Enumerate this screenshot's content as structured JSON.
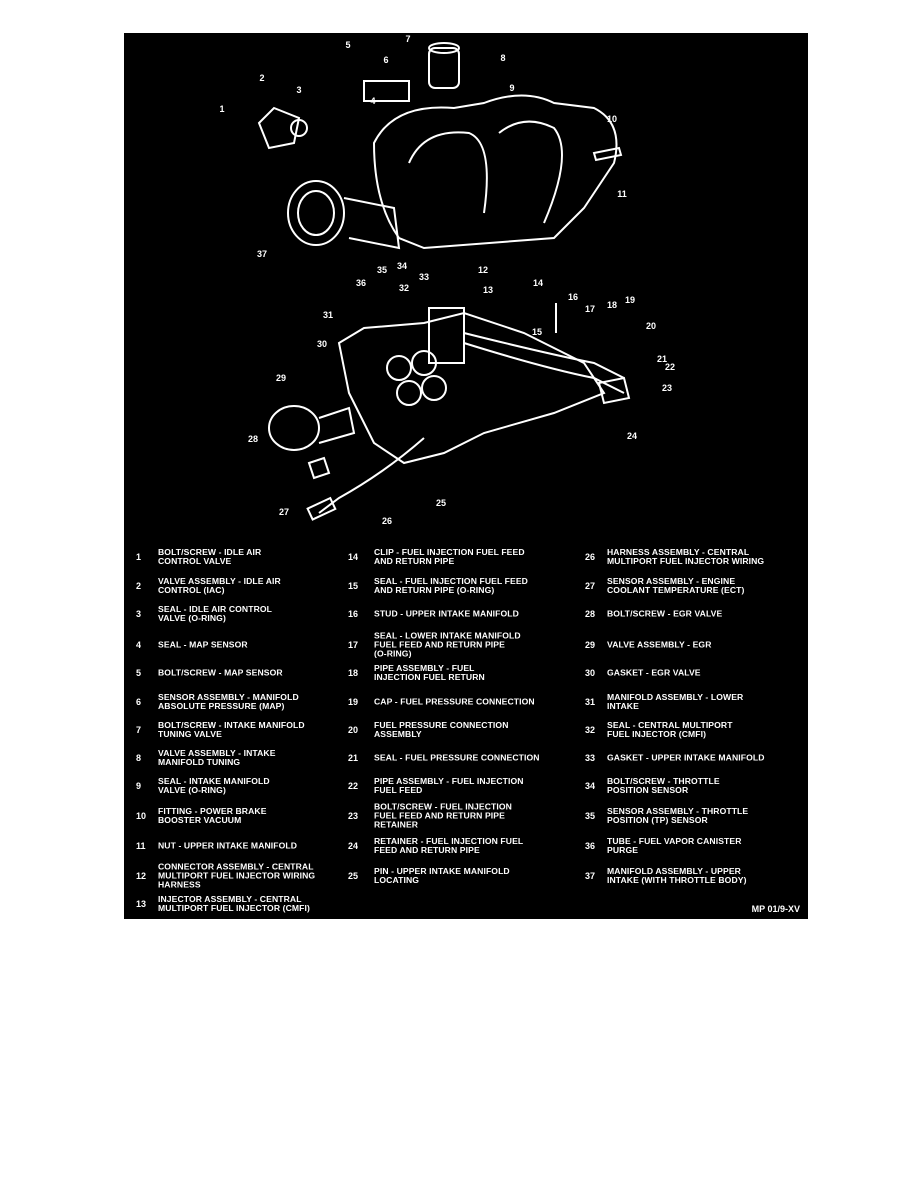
{
  "diagram": {
    "title": "",
    "colors": {
      "background": "#000000",
      "lines": "#ffffff"
    },
    "callouts": [
      "1",
      "2",
      "3",
      "4",
      "5",
      "6",
      "7",
      "8",
      "9",
      "10",
      "11",
      "12",
      "13",
      "14",
      "15",
      "16",
      "17",
      "18",
      "19",
      "20",
      "21",
      "22",
      "23",
      "24",
      "25",
      "26",
      "27",
      "28",
      "29",
      "30",
      "31",
      "32",
      "33",
      "34",
      "35",
      "36",
      "37"
    ]
  },
  "legend": {
    "columns": [
      [
        {
          "num": "1",
          "text": [
            "BOLT/SCREW - IDLE AIR",
            "CONTROL VALVE"
          ]
        },
        {
          "num": "2",
          "text": [
            "VALVE ASSEMBLY - IDLE AIR",
            "CONTROL (IAC)"
          ]
        },
        {
          "num": "3",
          "text": [
            "SEAL - IDLE AIR CONTROL",
            "VALVE (O-RING)"
          ]
        },
        {
          "num": "4",
          "text": [
            "SEAL - MAP SENSOR"
          ]
        },
        {
          "num": "5",
          "text": [
            "BOLT/SCREW - MAP SENSOR"
          ]
        },
        {
          "num": "6",
          "text": [
            "SENSOR ASSEMBLY - MANIFOLD",
            "ABSOLUTE PRESSURE (MAP)"
          ]
        },
        {
          "num": "7",
          "text": [
            "BOLT/SCREW - INTAKE MANIFOLD",
            "TUNING VALVE"
          ]
        },
        {
          "num": "8",
          "text": [
            "VALVE ASSEMBLY - INTAKE",
            "MANIFOLD TUNING"
          ]
        },
        {
          "num": "9",
          "text": [
            "SEAL - INTAKE MANIFOLD",
            "VALVE (O-RING)"
          ]
        },
        {
          "num": "10",
          "text": [
            "FITTING - POWER BRAKE",
            "BOOSTER VACUUM"
          ]
        },
        {
          "num": "11",
          "text": [
            "NUT - UPPER INTAKE MANIFOLD"
          ]
        },
        {
          "num": "12",
          "text": [
            "CONNECTOR ASSEMBLY - CENTRAL",
            "MULTIPORT FUEL INJECTOR WIRING",
            "HARNESS"
          ]
        },
        {
          "num": "13",
          "text": [
            "INJECTOR ASSEMBLY - CENTRAL",
            "MULTIPORT FUEL INJECTOR (CMFI)"
          ]
        }
      ],
      [
        {
          "num": "14",
          "text": [
            "CLIP - FUEL INJECTION FUEL FEED",
            "AND RETURN PIPE"
          ]
        },
        {
          "num": "15",
          "text": [
            "SEAL - FUEL INJECTION FUEL FEED",
            "AND RETURN PIPE (O-RING)"
          ]
        },
        {
          "num": "16",
          "text": [
            "STUD - UPPER INTAKE MANIFOLD"
          ]
        },
        {
          "num": "17",
          "text": [
            "SEAL - LOWER INTAKE MANIFOLD",
            "FUEL FEED AND RETURN PIPE",
            "(O-RING)"
          ]
        },
        {
          "num": "18",
          "text": [
            "PIPE ASSEMBLY - FUEL",
            "INJECTION FUEL RETURN"
          ]
        },
        {
          "num": "19",
          "text": [
            "CAP - FUEL PRESSURE CONNECTION"
          ]
        },
        {
          "num": "20",
          "text": [
            "FUEL PRESSURE CONNECTION",
            "ASSEMBLY"
          ]
        },
        {
          "num": "21",
          "text": [
            "SEAL - FUEL PRESSURE CONNECTION"
          ]
        },
        {
          "num": "22",
          "text": [
            "PIPE ASSEMBLY - FUEL INJECTION",
            "FUEL FEED"
          ]
        },
        {
          "num": "23",
          "text": [
            "BOLT/SCREW - FUEL INJECTION",
            "FUEL FEED AND RETURN PIPE",
            "RETAINER"
          ]
        },
        {
          "num": "24",
          "text": [
            "RETAINER - FUEL INJECTION FUEL",
            "FEED AND RETURN PIPE"
          ]
        },
        {
          "num": "25",
          "text": [
            "PIN - UPPER INTAKE MANIFOLD",
            "LOCATING"
          ]
        }
      ],
      [
        {
          "num": "26",
          "text": [
            "HARNESS ASSEMBLY - CENTRAL",
            "MULTIPORT FUEL INJECTOR WIRING"
          ]
        },
        {
          "num": "27",
          "text": [
            "SENSOR ASSEMBLY - ENGINE",
            "COOLANT TEMPERATURE (ECT)"
          ]
        },
        {
          "num": "28",
          "text": [
            "BOLT/SCREW - EGR VALVE"
          ]
        },
        {
          "num": "29",
          "text": [
            "VALVE ASSEMBLY - EGR"
          ]
        },
        {
          "num": "30",
          "text": [
            "GASKET - EGR VALVE"
          ]
        },
        {
          "num": "31",
          "text": [
            "MANIFOLD ASSEMBLY - LOWER",
            "INTAKE"
          ]
        },
        {
          "num": "32",
          "text": [
            "SEAL - CENTRAL MULTIPORT",
            "FUEL INJECTOR (CMFI)"
          ]
        },
        {
          "num": "33",
          "text": [
            "GASKET - UPPER INTAKE MANIFOLD"
          ]
        },
        {
          "num": "34",
          "text": [
            "BOLT/SCREW - THROTTLE",
            "POSITION SENSOR"
          ]
        },
        {
          "num": "35",
          "text": [
            "SENSOR ASSEMBLY - THROTTLE",
            "POSITION (TP) SENSOR"
          ]
        },
        {
          "num": "36",
          "text": [
            "TUBE - FUEL VAPOR CANISTER",
            "PURGE"
          ]
        },
        {
          "num": "37",
          "text": [
            "MANIFOLD ASSEMBLY - UPPER",
            "INTAKE (WITH THROTTLE BODY)"
          ]
        }
      ]
    ]
  },
  "figure_code": "MP 01/9-XV"
}
